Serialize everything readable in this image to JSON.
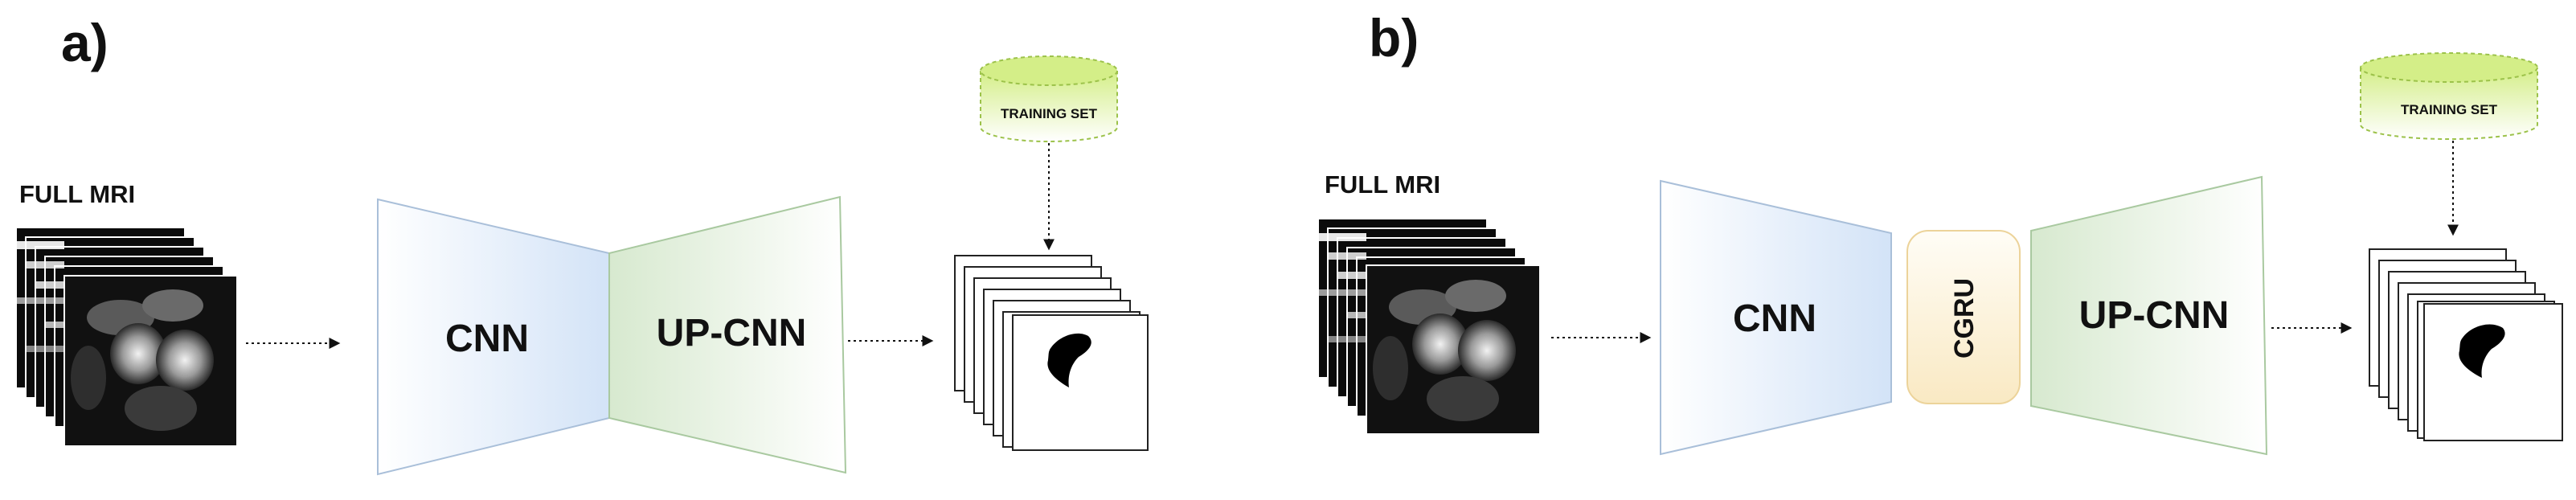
{
  "panels": {
    "a": {
      "label": "a)",
      "input_label": "FULL MRI",
      "encoder_label": "CNN",
      "decoder_label": "UP-CNN",
      "training_set_label": "TRAINING SET"
    },
    "b": {
      "label": "b)",
      "input_label": "FULL MRI",
      "encoder_label": "CNN",
      "recurrent_label": "CGRU",
      "decoder_label": "UP-CNN",
      "training_set_label": "TRAINING SET"
    }
  },
  "colors": {
    "encoder_fill": "#dce8f8",
    "decoder_fill": "#dcebd6",
    "recurrent_fill": "#fbefd2",
    "database_fill": "#d8ef90",
    "arrow": "#111111",
    "mri_background": "#0b0b0b",
    "mask_shape": "#000000"
  }
}
